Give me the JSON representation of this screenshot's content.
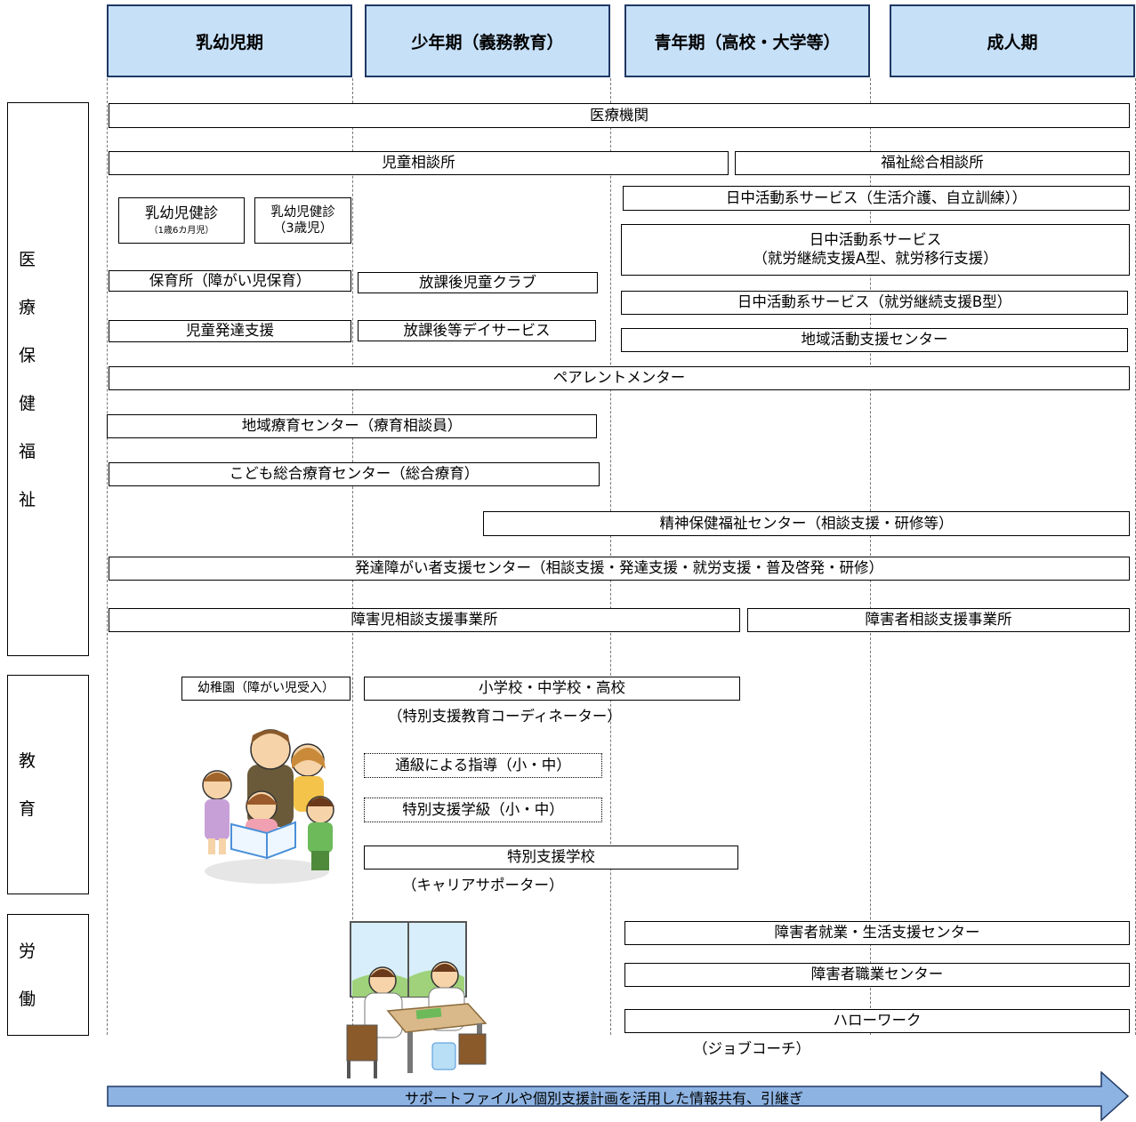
{
  "headers": [
    "乳幼児期",
    "少年期（義務教育）",
    "青年期（高校・大学等）",
    "成人期"
  ],
  "categories": {
    "welfare": [
      "医 療",
      "保 健",
      "福 祉"
    ],
    "education": [
      "教 育"
    ],
    "labor": [
      "労 働"
    ]
  },
  "boxes": {
    "medical": "医療機関",
    "child_guidance": "児童相談所",
    "welfare_consult": "福祉総合相談所",
    "infant_checkup1": "乳幼児健診",
    "infant_checkup1_sub": "（1歳6カ月児）",
    "infant_checkup2": "乳幼児健診",
    "infant_checkup2_sub": "（3歳児）",
    "day_activity1": "日中活動系サービス（生活介護、自立訓練））",
    "day_activity2_l1": "日中活動系サービス",
    "day_activity2_l2": "（就労継続支援A型、就労移行支援）",
    "nursery": "保育所（障がい児保育）",
    "after_school_club": "放課後児童クラブ",
    "day_activity3": "日中活動系サービス（就労継続支援B型）",
    "child_dev": "児童発達支援",
    "after_school_day": "放課後等デイサービス",
    "community_center": "地域活動支援センター",
    "parent_mentor": "ペアレントメンター",
    "regional_care": "地域療育センター（療育相談員）",
    "children_care": "こども総合療育センター（総合療育）",
    "mental_health": "精神保健福祉センター（相談支援・研修等）",
    "dev_disorder": "発達障がい者支援センター（相談支援・発達支援・就労支援・普及啓発・研修）",
    "child_support_office": "障害児相談支援事業所",
    "adult_support_office": "障害者相談支援事業所",
    "kindergarten": "幼稚園（障がい児受入）",
    "schools": "小学校・中学校・高校",
    "coordinator": "（特別支援教育コーディネーター）",
    "resource_room": "通級による指導（小・中）",
    "special_class": "特別支援学級（小・中）",
    "special_school": "特別支援学校",
    "career_supporter": "（キャリアサポーター）",
    "employment_center": "障害者就業・生活支援センター",
    "vocational_center": "障害者職業センター",
    "hello_work": "ハローワーク",
    "job_coach": "（ジョブコーチ）"
  },
  "footer_arrow": "サポートファイルや個別支援計画を活用した情報共有、引継ぎ",
  "colors": {
    "header_fill": "#c6e0f8",
    "header_border": "#1f3864",
    "arrow_fill": "#8db3e2"
  }
}
